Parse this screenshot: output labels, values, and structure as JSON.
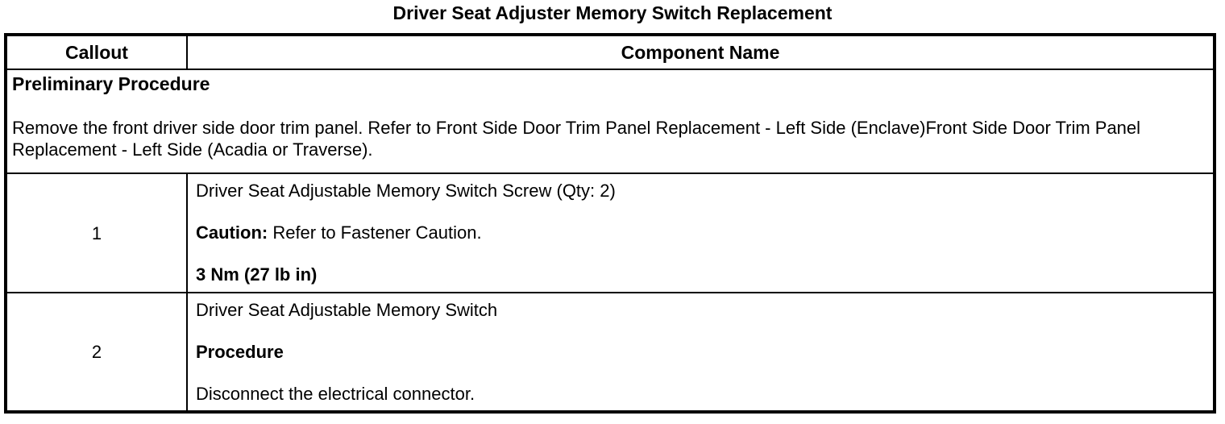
{
  "title": "Driver Seat Adjuster Memory Switch Replacement",
  "table": {
    "header": {
      "callout": "Callout",
      "component_name": "Component Name"
    },
    "preliminary": {
      "heading": "Preliminary Procedure",
      "body": "Remove the front driver side door trim panel. Refer to Front Side Door Trim Panel Replacement - Left Side (Enclave)Front Side Door Trim Panel Replacement - Left Side (Acadia or Traverse)."
    },
    "rows": [
      {
        "callout": "1",
        "component": {
          "name": "Driver Seat Adjustable Memory Switch Screw (Qty: 2)",
          "caution_label": "Caution:",
          "caution_text": " Refer to Fastener Caution.",
          "torque": "3 Nm (27 lb in)"
        }
      },
      {
        "callout": "2",
        "component": {
          "name": "Driver Seat Adjustable Memory Switch",
          "procedure_label": "Procedure",
          "procedure_text": "Disconnect the electrical connector."
        }
      }
    ]
  },
  "colors": {
    "background": "#ffffff",
    "text": "#000000",
    "border": "#000000"
  }
}
